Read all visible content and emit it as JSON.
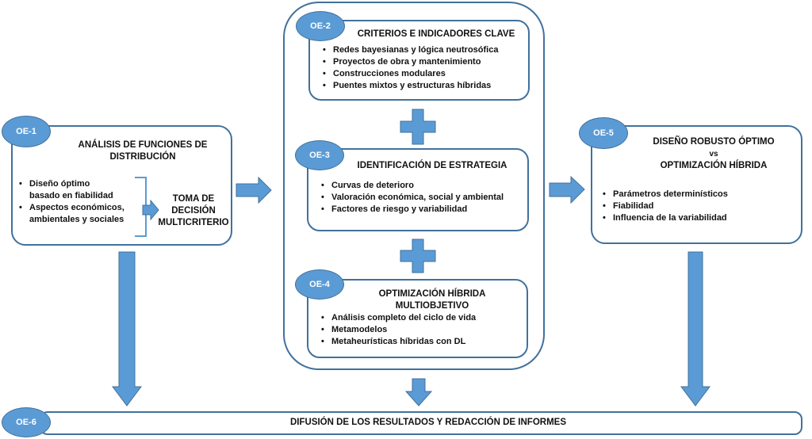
{
  "colors": {
    "accent": "#5b9bd5",
    "border": "#41719c",
    "text": "#111111"
  },
  "oe1": {
    "badge": "OE-1",
    "title_line1": "ANÁLISIS DE FUNCIONES DE",
    "title_line2": "DISTRIBUCIÓN",
    "bullets": [
      "Diseño óptimo",
      "basado en fiabilidad",
      "Aspectos económicos,",
      "ambientales y sociales"
    ],
    "decision_line1": "TOMA DE",
    "decision_line2": "DECISIÓN",
    "decision_line3": "MULTICRITERIO"
  },
  "oe2": {
    "badge": "OE-2",
    "title": "CRITERIOS E INDICADORES CLAVE",
    "bullets": [
      "Redes bayesianas y lógica neutrosófica",
      "Proyectos de obra y mantenimiento",
      "Construcciones modulares",
      "Puentes mixtos y estructuras híbridas"
    ]
  },
  "oe3": {
    "badge": "OE-3",
    "title": "IDENTIFICACIÓN DE ESTRATEGIA",
    "bullets": [
      "Curvas de deterioro",
      "Valoración económica, social y ambiental",
      "Factores de riesgo y variabilidad"
    ]
  },
  "oe4": {
    "badge": "OE-4",
    "title_line1": "OPTIMIZACIÓN HÍBRIDA",
    "title_line2": "MULTIOBJETIVO",
    "bullets": [
      "Análisis completo del ciclo de vida",
      "Metamodelos",
      "Metaheurísticas híbridas con DL"
    ]
  },
  "oe5": {
    "badge": "OE-5",
    "title_line1": "DISEÑO ROBUSTO ÓPTIMO",
    "title_line2": "vs",
    "title_line3": "OPTIMIZACIÓN HÍBRIDA",
    "bullets": [
      "Parámetros determinísticos",
      "Fiabilidad",
      "Influencia de la variabilidad"
    ]
  },
  "oe6": {
    "badge": "OE-6",
    "title": "DIFUSIÓN DE LOS RESULTADOS Y REDACCIÓN DE INFORMES"
  },
  "icons": {
    "plus": "plus-icon",
    "arrow_right": "arrow-right-icon",
    "arrow_down": "arrow-down-icon"
  }
}
